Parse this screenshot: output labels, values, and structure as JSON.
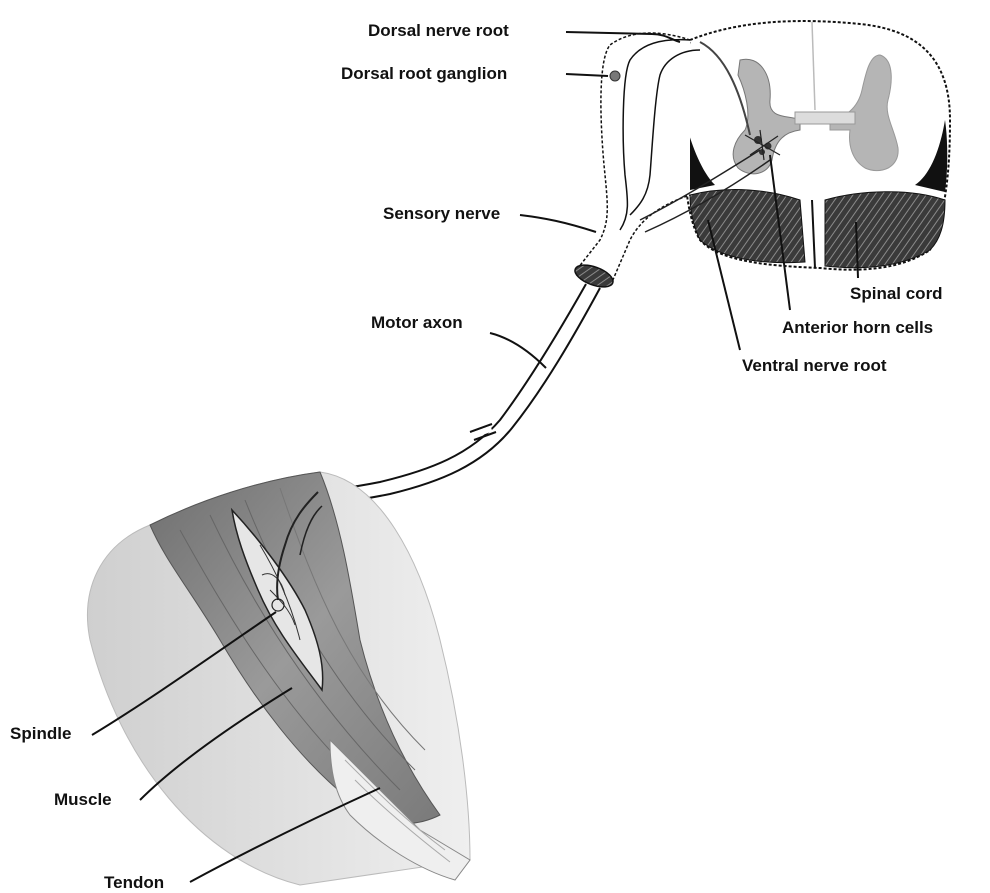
{
  "labels": {
    "dorsal_nerve_root": "Dorsal nerve root",
    "dorsal_root_ganglion": "Dorsal root ganglion",
    "sensory_nerve": "Sensory nerve",
    "motor_axon": "Motor axon",
    "spinal_cord": "Spinal cord",
    "anterior_horn_cells": "Anterior horn cells",
    "ventral_nerve_root": "Ventral nerve root",
    "spindle": "Spindle",
    "muscle": "Muscle",
    "tendon": "Tendon"
  },
  "colors": {
    "background": "#ffffff",
    "outline": "#111111",
    "gray_matter": "#b5b5b5",
    "white_matter": "#ffffff",
    "ventral_column": "#2a2a2a",
    "muscle_tissue": "#8a8a8a",
    "skin": "#d9d9d9",
    "ganglion": "#777777"
  }
}
